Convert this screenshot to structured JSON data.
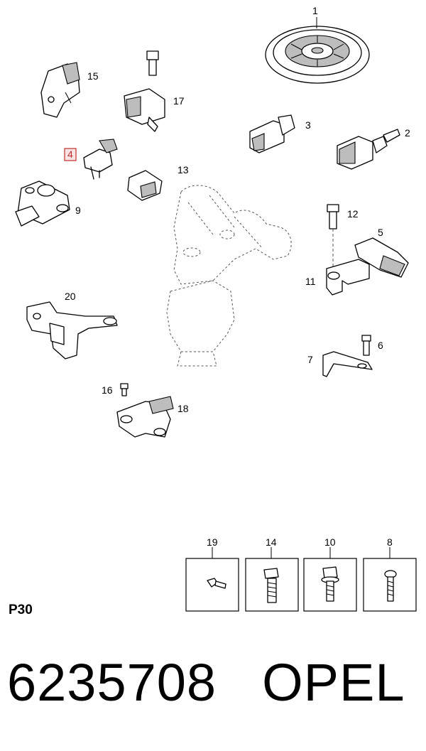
{
  "callouts": {
    "c1": "1",
    "c2": "2",
    "c3": "3",
    "c4": "4",
    "c5": "5",
    "c6": "6",
    "c7": "7",
    "c8": "8",
    "c9": "9",
    "c10": "10",
    "c11": "11",
    "c12": "12",
    "c13": "13",
    "c14": "14",
    "c15": "15",
    "c16": "16",
    "c17": "17",
    "c18": "18",
    "c19": "19",
    "c20": "20"
  },
  "highlighted_part": "4",
  "page_code": "P30",
  "part_number": "6235708",
  "brand": "OPEL"
}
